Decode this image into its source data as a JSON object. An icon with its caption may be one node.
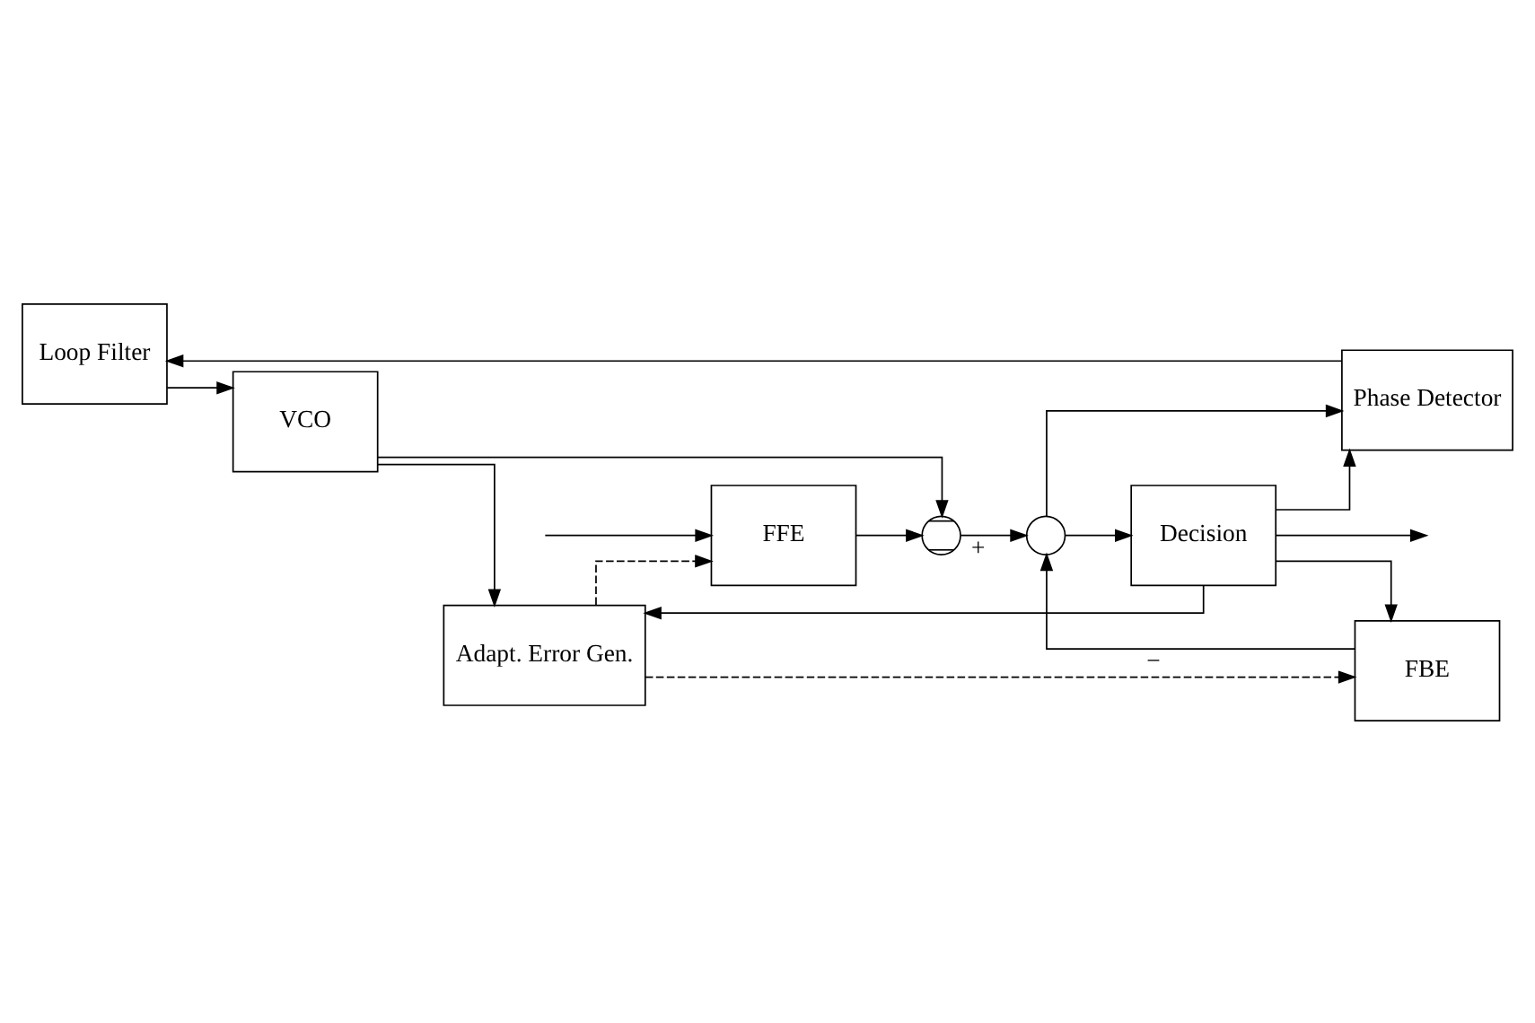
{
  "diagram": {
    "nodes": [
      {
        "text": [
          "Loop Filter"
        ]
      },
      {
        "text": [
          "Phase Detector"
        ]
      },
      {
        "text": [
          "VCO"
        ]
      },
      {
        "text": [
          "Adapt. Error Gen."
        ]
      },
      {
        "text": [
          "FFE"
        ]
      },
      {
        "text": [],
        "shape": "circle"
      },
      {
        "text": [],
        "shape": "circle"
      },
      {
        "text": [
          "Decision"
        ]
      },
      {
        "text": [
          "FBE"
        ]
      }
    ],
    "edges": [
      {
        "from": 1,
        "to": 0,
        "arrow": "to"
      },
      {
        "from": 0,
        "to": 2,
        "arrow": "to"
      },
      {
        "from": 2,
        "to": 3,
        "arrow": "to"
      },
      {
        "from": 2,
        "to": 5,
        "arrow": "to"
      },
      {
        "from": null,
        "to": 4,
        "arrow": "to"
      },
      {
        "from": 4,
        "to": 5,
        "arrow": "to"
      },
      {
        "from": 5,
        "to": 6,
        "arrow": "to",
        "label": "+"
      },
      {
        "from": 6,
        "to": 7,
        "arrow": "to"
      },
      {
        "from": 6,
        "to": 1,
        "arrow": "to"
      },
      {
        "from": 7,
        "to": null,
        "arrow": "to"
      },
      {
        "from": 7,
        "to": 1,
        "arrow": "to"
      },
      {
        "from": 7,
        "to": 3,
        "arrow": "to"
      },
      {
        "from": 7,
        "to": 8,
        "arrow": "to"
      },
      {
        "from": 8,
        "to": 6,
        "arrow": "to",
        "label": "−"
      },
      {
        "from": 3,
        "to": 4,
        "arrow": "to",
        "style": "dashed"
      },
      {
        "from": 3,
        "to": 8,
        "arrow": "to",
        "style": "dashed"
      }
    ]
  }
}
